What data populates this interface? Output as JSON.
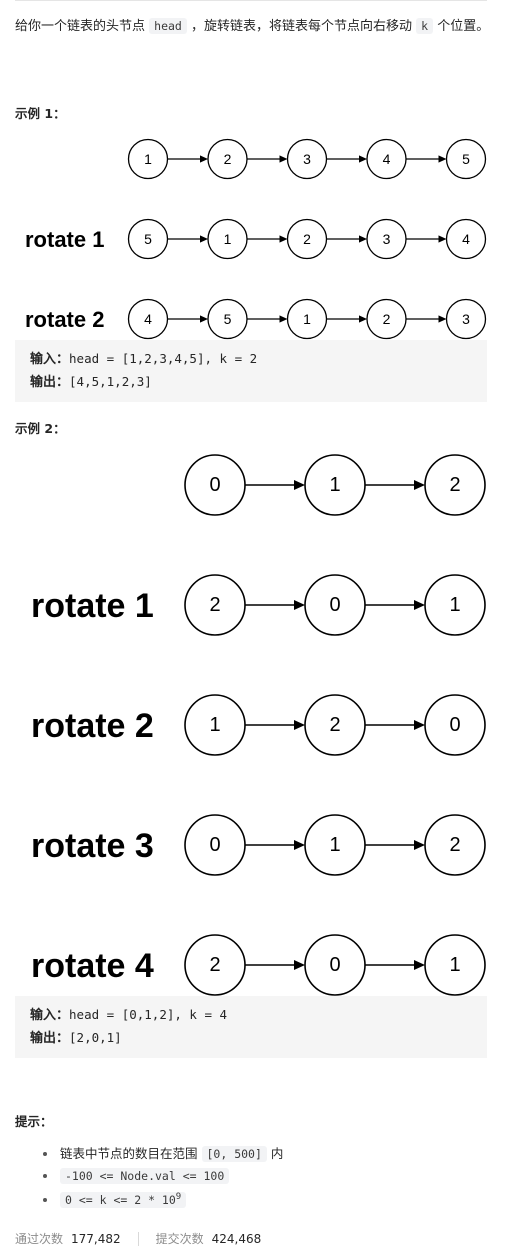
{
  "description": {
    "text_1": "给你一个链表的头节点",
    "code_head": "head",
    "text_2": "，旋转链表，将链表每个节点向右移动",
    "code_k": "k",
    "text_3": "个位置。"
  },
  "example1": {
    "title": "示例 1",
    "title_colon": "：",
    "rows": [
      {
        "label": "",
        "nodes": [
          "1",
          "2",
          "3",
          "4",
          "5"
        ]
      },
      {
        "label": "rotate 1",
        "nodes": [
          "5",
          "1",
          "2",
          "3",
          "4"
        ]
      },
      {
        "label": "rotate 2",
        "nodes": [
          "4",
          "5",
          "1",
          "2",
          "3"
        ]
      }
    ],
    "input_label": "输入：",
    "input_value": "head = [1,2,3,4,5], k = 2",
    "output_label": "输出：",
    "output_value": "[4,5,1,2,3]"
  },
  "example2": {
    "title": "示例 2",
    "title_colon": "：",
    "rows": [
      {
        "label": "",
        "nodes": [
          "0",
          "1",
          "2"
        ]
      },
      {
        "label": "rotate 1",
        "nodes": [
          "2",
          "0",
          "1"
        ]
      },
      {
        "label": "rotate 2",
        "nodes": [
          "1",
          "2",
          "0"
        ]
      },
      {
        "label": "rotate 3",
        "nodes": [
          "0",
          "1",
          "2"
        ]
      },
      {
        "label": "rotate 4",
        "nodes": [
          "2",
          "0",
          "1"
        ]
      }
    ],
    "input_label": "输入：",
    "input_value": "head = [0,1,2], k = 4",
    "output_label": "输出：",
    "output_value": "[2,0,1]"
  },
  "hints": {
    "title": "提示：",
    "item1_text": "链表中节点的数目在范围",
    "item1_code": "[0, 500]",
    "item1_tail": "内",
    "item2_code": "-100 <= Node.val <= 100",
    "item3_code": "0 <= k <= 2 * 10",
    "item3_sup": "9"
  },
  "stats": {
    "accepted_label": "通过次数",
    "accepted_value": "177,482",
    "submissions_label": "提交次数",
    "submissions_value": "424,468"
  }
}
